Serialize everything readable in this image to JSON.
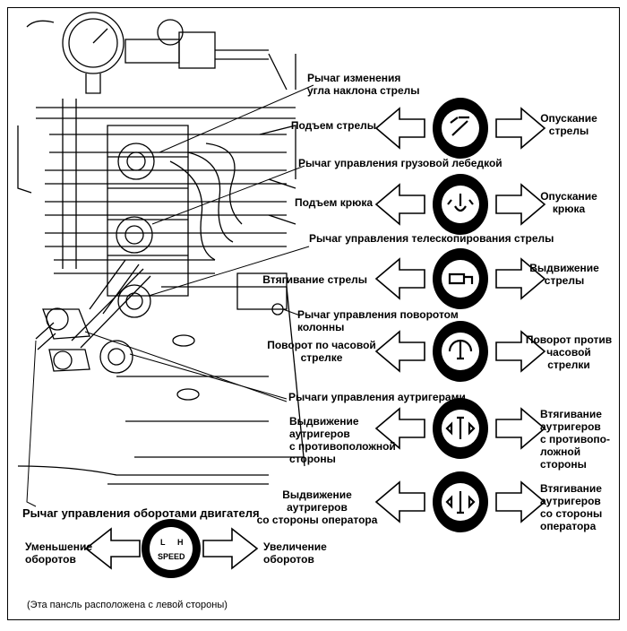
{
  "labels": {
    "angle_lever": "Рычаг изменения\nугла наклона стрелы",
    "winch_lever": "Рычаг управления грузовой лебедкой",
    "telescope_lever": "Рычаг управления телескопирования стрелы",
    "swing_lever": "Рычаг управления поворотом колонны",
    "outrigger_levers": "Рычаги управления аутригерами",
    "engine_lever": "Рычаг управления оборотами двигателя",
    "panel_note": "(Эта пансль расположена с левой стороны)"
  },
  "rows": [
    {
      "left": "Подъем стрелы",
      "right": "Опускание\nстрелы",
      "icon": "boom-angle-icon"
    },
    {
      "left": "Подъем крюка",
      "right": "Опускание\nкрюка",
      "icon": "hook-icon"
    },
    {
      "left": "Втягивание стрелы",
      "right": "Выдвижение\nстрелы",
      "icon": "telescope-icon"
    },
    {
      "left": "Поворот по часовой\nстрелке",
      "right": "Поворот против\nчасовой\nстрелки",
      "icon": "swing-icon"
    },
    {
      "left": "Выдвижение\nаутригеров\nс противоположной\nстороны",
      "right": "Втягивание\nаутригеров\nс противопо-\nложной\nстороны",
      "icon": "outrigger-far-icon"
    },
    {
      "left": "Выдвижение аутригеров\nсо стороны оператора",
      "right": "Втягивание\nаутригеров\nсо стороны\nоператора",
      "icon": "outrigger-near-icon"
    }
  ],
  "speed": {
    "left": "Уменьшение\nоборотов",
    "right": "Увеличение\nоборотов",
    "knob_l": "L",
    "knob_h": "H",
    "knob_word": "SPEED"
  },
  "colors": {
    "ink": "#000000",
    "paper": "#ffffff"
  }
}
